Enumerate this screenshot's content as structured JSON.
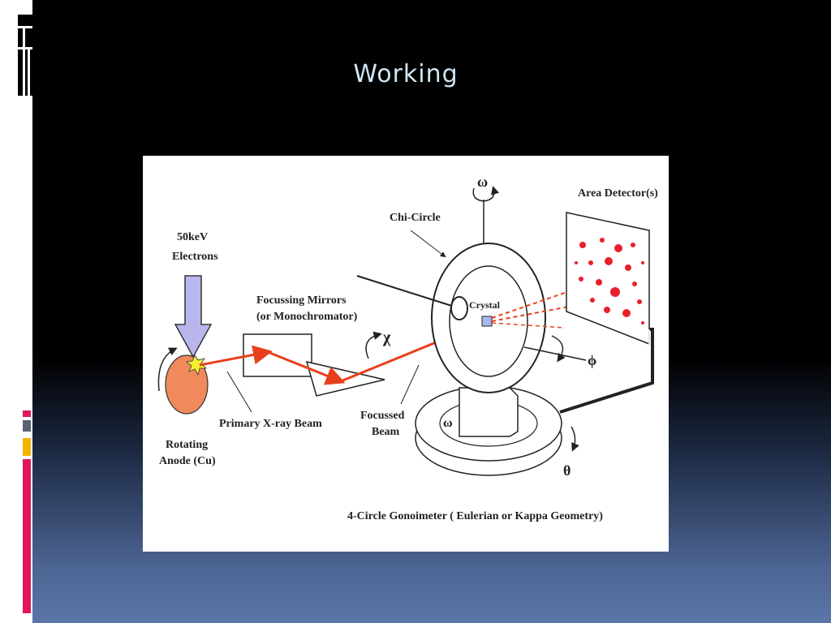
{
  "slide": {
    "title": "Working"
  },
  "diagram": {
    "labels": {
      "electrons_line1": "50keV",
      "electrons_line2": "Electrons",
      "focussing_line1": "Focussing Mirrors",
      "focussing_line2": "(or Monochromator)",
      "chi_circle": "Chi-Circle",
      "area_detector": "Area Detector(s)",
      "crystal": "Crystal",
      "primary_beam": "Primary X-ray Beam",
      "focussed_line1": "Focussed",
      "focussed_line2": "Beam",
      "anode_line1": "Rotating",
      "anode_line2": "Anode (Cu)",
      "goniometer": "4-Circle Gonoimeter ( Eulerian or Kappa Geometry)",
      "omega_top": "ω",
      "omega_base": "ω",
      "chi": "χ",
      "phi": "ϕ",
      "theta": "θ"
    }
  },
  "colors": {
    "beam": "#e8401c",
    "anode": "#f08a5d",
    "electron_arrow": "#b9b6ee",
    "spark": "#f6ee2e",
    "spots": "#e8202a",
    "accent_red": "#e0185a",
    "accent_gray": "#5a6272",
    "accent_yellow": "#f4b400"
  }
}
